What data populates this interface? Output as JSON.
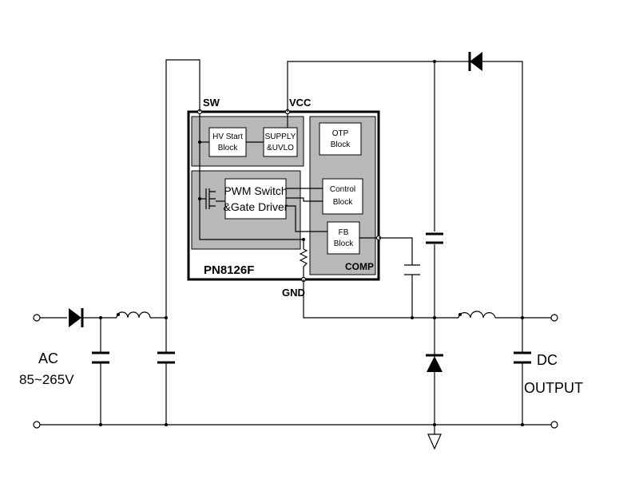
{
  "chip": {
    "name": "PN8126F"
  },
  "pins": {
    "sw": "SW",
    "vcc": "VCC",
    "gnd": "GND",
    "comp": "COMP"
  },
  "blocks": {
    "hv_start": [
      "HV Start",
      "Block"
    ],
    "supply": [
      "SUPPLY",
      "&UVLO"
    ],
    "otp": [
      "OTP",
      "Block"
    ],
    "pwm": [
      "PWM Switch",
      "&Gate Driver"
    ],
    "control": [
      "Control",
      "Block"
    ],
    "fb": [
      "FB",
      "Block"
    ]
  },
  "input": {
    "label": "AC",
    "range": "85~265V"
  },
  "output": {
    "label1": "DC",
    "label2": "OUTPUT"
  },
  "colors": {
    "region_fill": "#b8b8b8",
    "line": "#000000",
    "background": "#ffffff"
  }
}
